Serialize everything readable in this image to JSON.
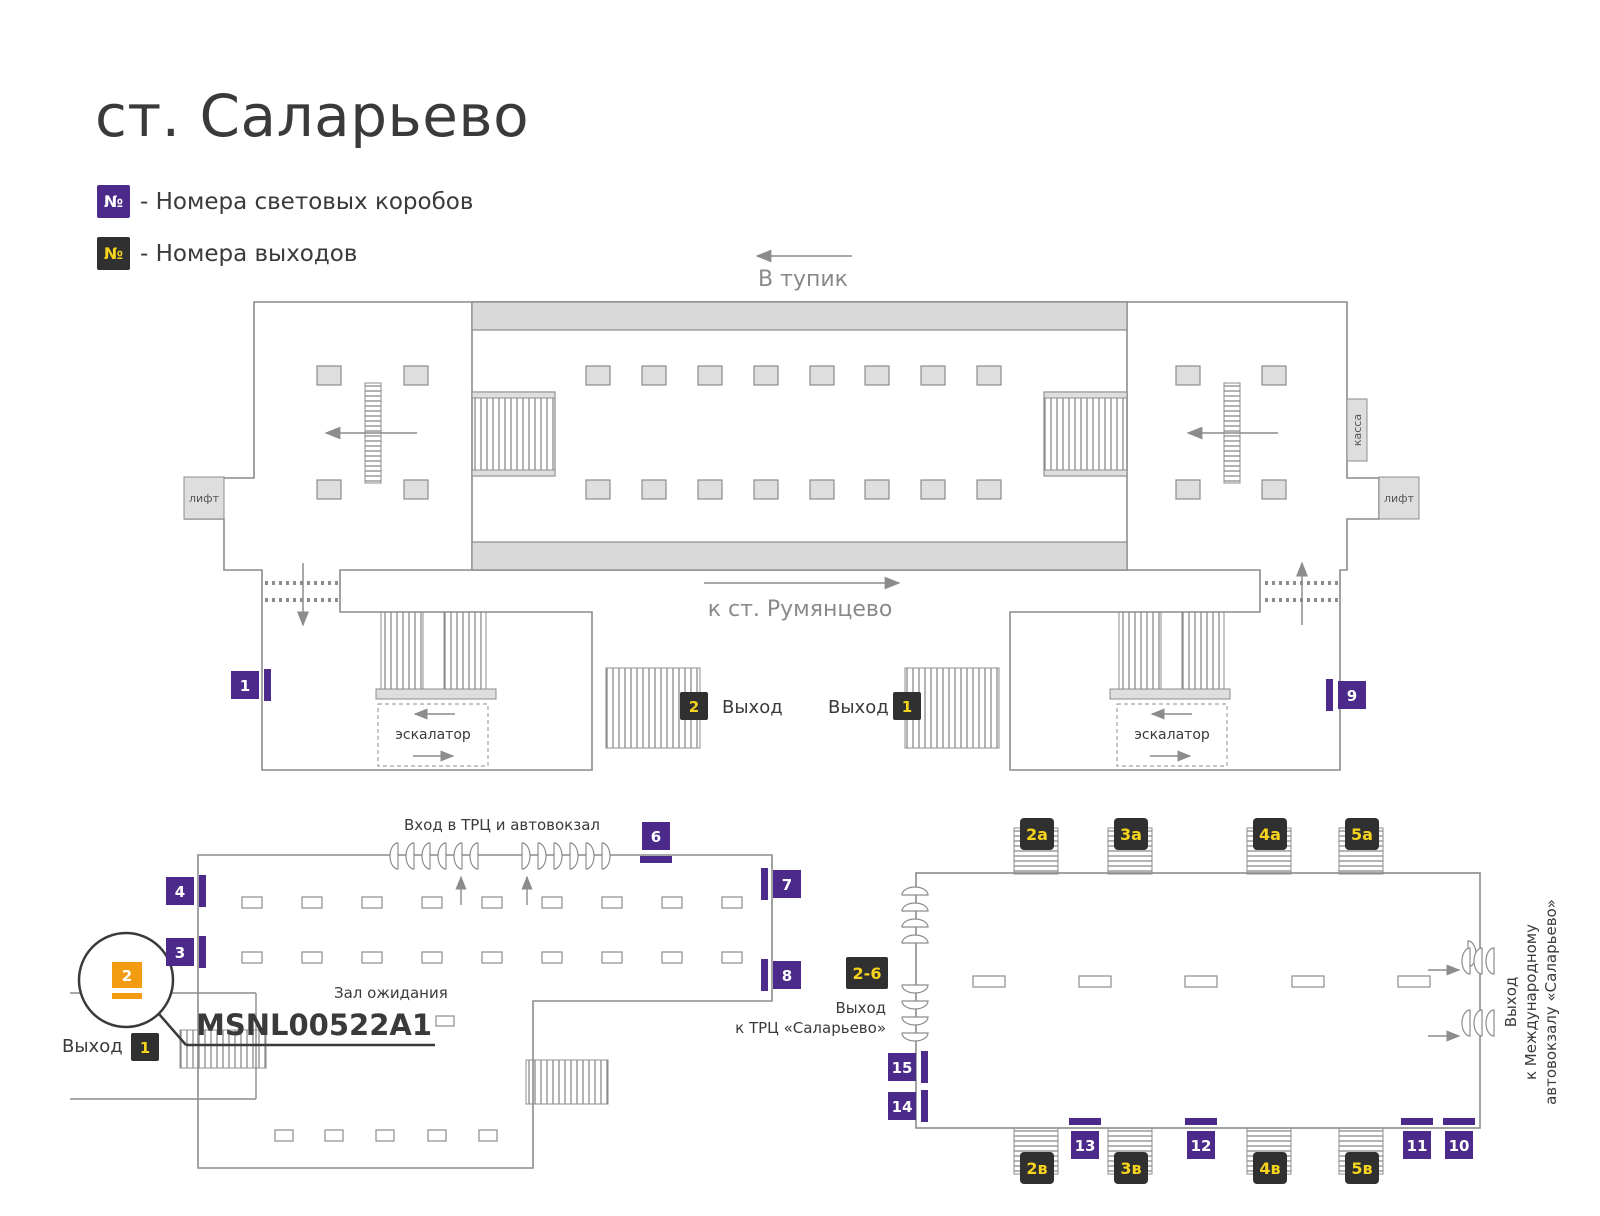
{
  "title": "ст. Саларьево",
  "legend": [
    {
      "symbol": "№",
      "text": "- Номера световых коробов",
      "color": "#4b2a8c"
    },
    {
      "symbol": "№",
      "text": "- Номера выходов",
      "color": "#303030"
    }
  ],
  "colors": {
    "lightbox": "#4b2a8c",
    "exit": "#303030",
    "exit_text": "#f6d31c",
    "highlight": "#f39c12",
    "wall": "#8c8c8c"
  },
  "labels": {
    "dead_end": "В тупик",
    "to_rumyantsevo": "к ст. Румянцево",
    "lift": "лифт",
    "kassa": "касса",
    "escalator": "эскалатор",
    "exit": "Выход",
    "entrance_trc": "Вход в ТРЦ и автовокзал",
    "waiting_hall": "Зал ожидания",
    "exit_trc_line1": "Выход",
    "exit_trc_line2": "к ТРЦ «Саларьево»",
    "exit_bus_line1": "Выход",
    "exit_bus_line2": "к Международному",
    "exit_bus_line3": "автовокзалу «Саларьево»",
    "code": "MSNL00522A1"
  },
  "lightboxes": [
    "1",
    "9",
    "6",
    "4",
    "7",
    "3",
    "8",
    "15",
    "14",
    "13",
    "12",
    "11",
    "10"
  ],
  "exits": [
    "2",
    "1",
    "1",
    "2-6",
    "2а",
    "3а",
    "4а",
    "5а",
    "2в",
    "3в",
    "4в",
    "5в"
  ],
  "highlight_box": "2"
}
